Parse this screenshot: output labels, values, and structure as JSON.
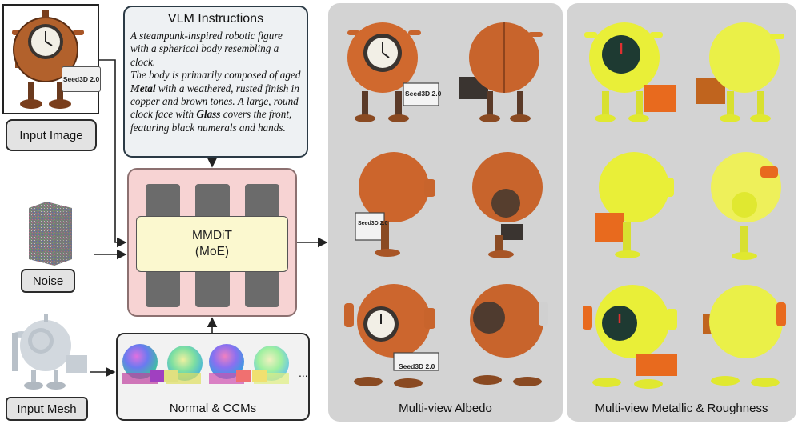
{
  "input_image": {
    "label": "Input Image",
    "sign_text": "Seed3D 2.0"
  },
  "noise": {
    "label": "Noise"
  },
  "input_mesh": {
    "label": "Input Mesh"
  },
  "vlm": {
    "title": "VLM Instructions",
    "line1": "A steampunk-inspired robotic figure with a spherical body resembling a clock.",
    "line2_pre": "The body is primarily composed of aged ",
    "line2_bold1": "Metal",
    "line2_mid": " with a weathered, rusted finish in copper and brown tones. A large, round clock face with ",
    "line2_bold2": "Glass",
    "line2_post": " covers the front, featuring black numerals and hands."
  },
  "model": {
    "line1": "MMDiT",
    "line2": "(MoE)"
  },
  "normal_ccms": {
    "label": "Normal & CCMs",
    "ellipsis": "..."
  },
  "albedo_panel": {
    "caption": "Multi-view Albedo",
    "sign_text": "Seed3D 2.0"
  },
  "metal_panel": {
    "caption": "Multi-view Metallic & Roughness"
  },
  "colors": {
    "rust": "#c8642c",
    "copper": "#a85526",
    "dark": "#3a3430",
    "metal_yellow": "#e9ef38",
    "metal_orange": "#e86a1e",
    "panel_gray": "#d3d3d3",
    "moe_pink": "#f7d3d3",
    "mmdit_yellow": "#fbf8cf"
  }
}
